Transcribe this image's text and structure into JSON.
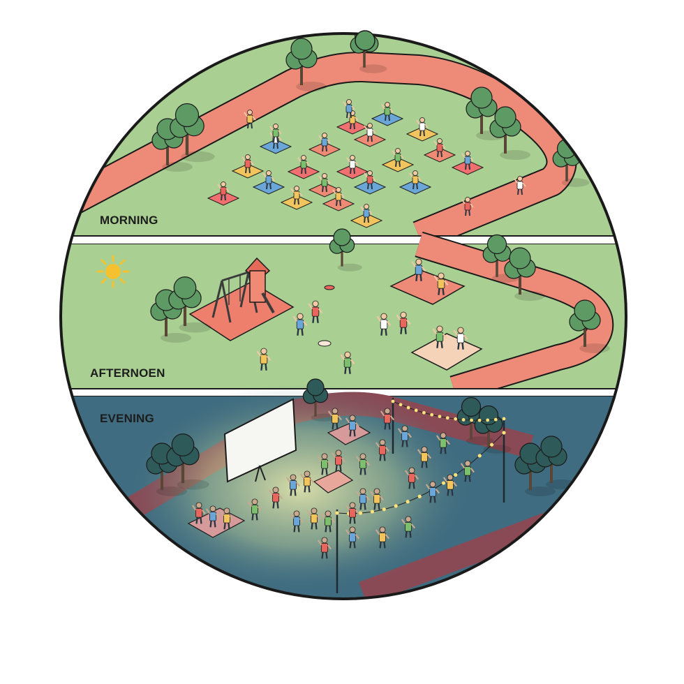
{
  "bands": [
    {
      "id": "morning",
      "label": "MORNING",
      "bg": "#a9cf92",
      "label_color": "#1c1c1c"
    },
    {
      "id": "afternoon",
      "label": "AFTERNOEN",
      "bg": "#a9cf92",
      "label_color": "#1c1c1c"
    },
    {
      "id": "evening",
      "label": "EVENING",
      "bg": "#3f6c80",
      "label_color": "#1c1c1c"
    }
  ],
  "colors": {
    "path": "#ee8a78",
    "tree": "#5e9a64",
    "tree_dark": "#4a7f52",
    "trunk": "#5a4636",
    "outline": "#1a1a1a",
    "sun": "#f6c12f",
    "screen": "#f6f7f2",
    "string_light": "#ffe27a",
    "mat_colors": [
      "#f06f6f",
      "#6aa7d8",
      "#f2c45d",
      "#ef8a74"
    ],
    "shirt_colors": [
      "#e8665e",
      "#6aa7d8",
      "#f2c45d",
      "#7cbf6f",
      "#ffffff"
    ]
  },
  "icons": {
    "sun": "sun-icon",
    "tree": "tree-icon",
    "swing": "swing-set-icon",
    "slide": "slide-icon",
    "screen": "projector-screen-icon",
    "light_pole": "light-pole-icon"
  }
}
